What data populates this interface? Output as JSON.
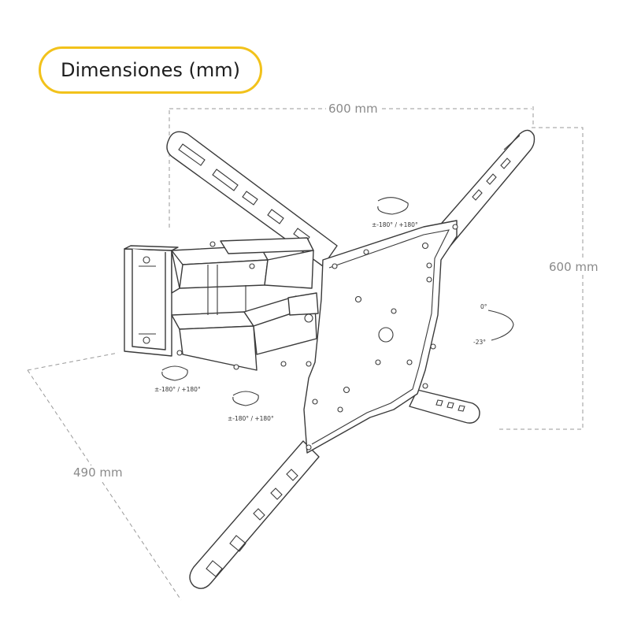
{
  "title": "Dimensiones (mm)",
  "dimensions": {
    "width": "600 mm",
    "height": "600 mm",
    "depth": "490 mm"
  },
  "rotations": {
    "top_swivel": "±-180° / +180°",
    "tilt_top": "0°",
    "tilt_bottom": "-23°",
    "arm_swivel_1": "±-180° / +180°",
    "arm_swivel_2": "±-180° / +180°"
  },
  "colors": {
    "badge_border": "#f2c21b",
    "line": "#3a3a3a",
    "dimension_text": "#8a8a8a"
  }
}
